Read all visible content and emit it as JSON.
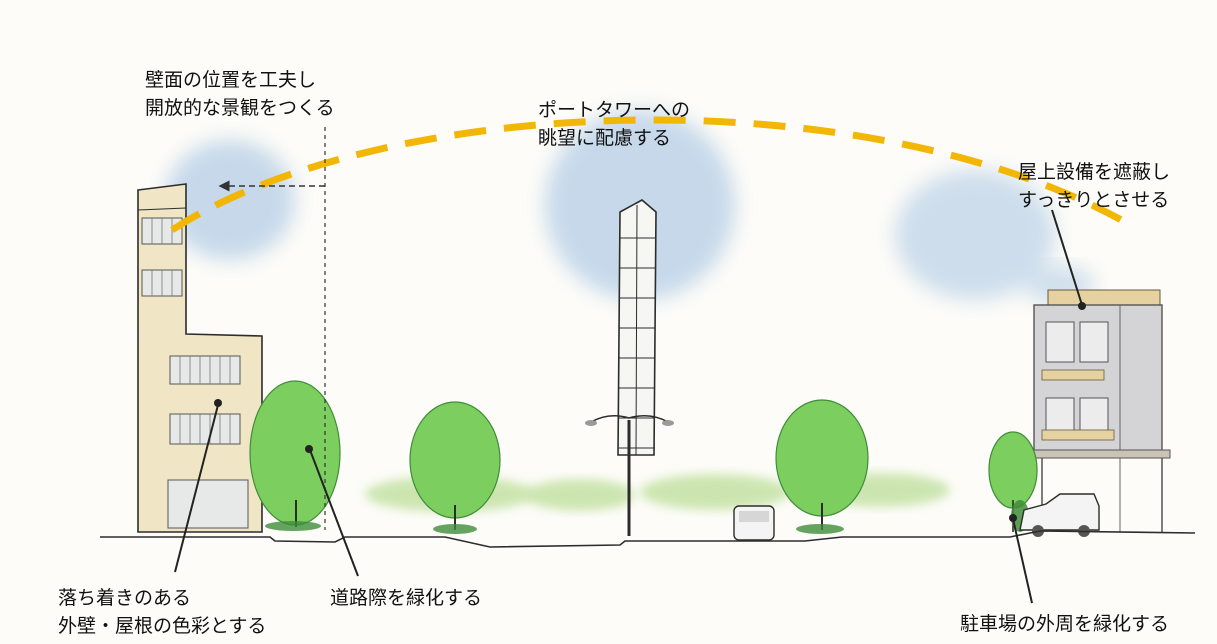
{
  "annotations": {
    "wall_position": {
      "line1": "壁面の位置を工夫し",
      "line2": "開放的な景観をつくる"
    },
    "port_tower_view": {
      "line1": "ポートタワーへの",
      "line2": "眺望に配慮する"
    },
    "rooftop_equipment": {
      "line1": "屋上設備を遮蔽し",
      "line2": "すっきりとさせる"
    },
    "calm_colors": {
      "line1": "落ち着きのある",
      "line2": "外壁・屋根の色彩とする"
    },
    "roadside_greening": {
      "line1": "道路際を緑化する"
    },
    "parking_greening": {
      "line1": "駐車場の外周を緑化する"
    }
  },
  "colors": {
    "view_arc": "#f2b705",
    "sky_wash": "#b4cde6",
    "tree_green": "#7ccf5e",
    "shrub_green": "#c4e2a4",
    "left_building": "#f0e6c6",
    "right_building": "#d4d4d6",
    "ink": "#2c2c2c"
  }
}
